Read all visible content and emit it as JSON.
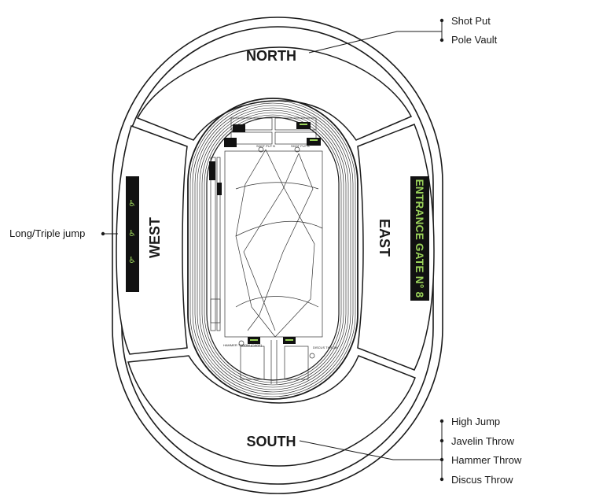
{
  "stands": {
    "north": "NORTH",
    "south": "SOUTH",
    "east": "EAST",
    "west": "WEST"
  },
  "gate": {
    "label": "ENTRANCE GATE N° 8"
  },
  "legend_north": [
    "Shot Put",
    "Pole Vault"
  ],
  "legend_south": [
    "High Jump",
    "Javelin Throw",
    "Hammer Throw",
    "Discus Throw"
  ],
  "legend_west": "Long/Triple jump",
  "field_labels": {
    "shot_put_b": "SHOT PUT B",
    "shot_put_a": "SHOT PUT A",
    "hammer_throw": "HAMMER THROW (CAGE)",
    "discus_throw": "DISCUS THROW"
  },
  "icons": {
    "wheelchair": "wheelchair-icon",
    "legend_dot": "dot-icon"
  },
  "colors": {
    "line": "#1a1a1a",
    "accent": "#9bd35a",
    "panel": "#111111",
    "background": "#ffffff"
  }
}
